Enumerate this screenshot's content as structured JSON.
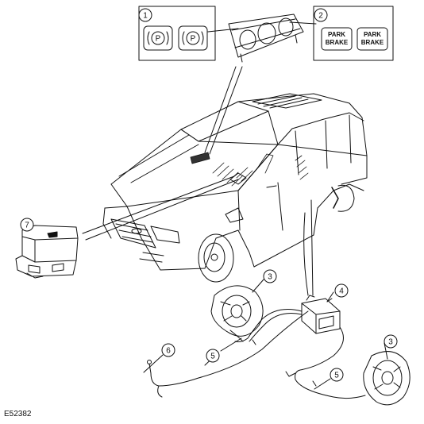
{
  "figure_id": "E52382",
  "callouts": [
    {
      "id": "1",
      "label": "1"
    },
    {
      "id": "2",
      "label": "2"
    },
    {
      "id": "3a",
      "label": "3"
    },
    {
      "id": "3b",
      "label": "3"
    },
    {
      "id": "4",
      "label": "4"
    },
    {
      "id": "5a",
      "label": "5"
    },
    {
      "id": "5b",
      "label": "5"
    },
    {
      "id": "6",
      "label": "6"
    },
    {
      "id": "7",
      "label": "7"
    }
  ],
  "warning_symbol": "P",
  "park_brake_button": {
    "line1": "PARK",
    "line2": "BRAKE"
  }
}
